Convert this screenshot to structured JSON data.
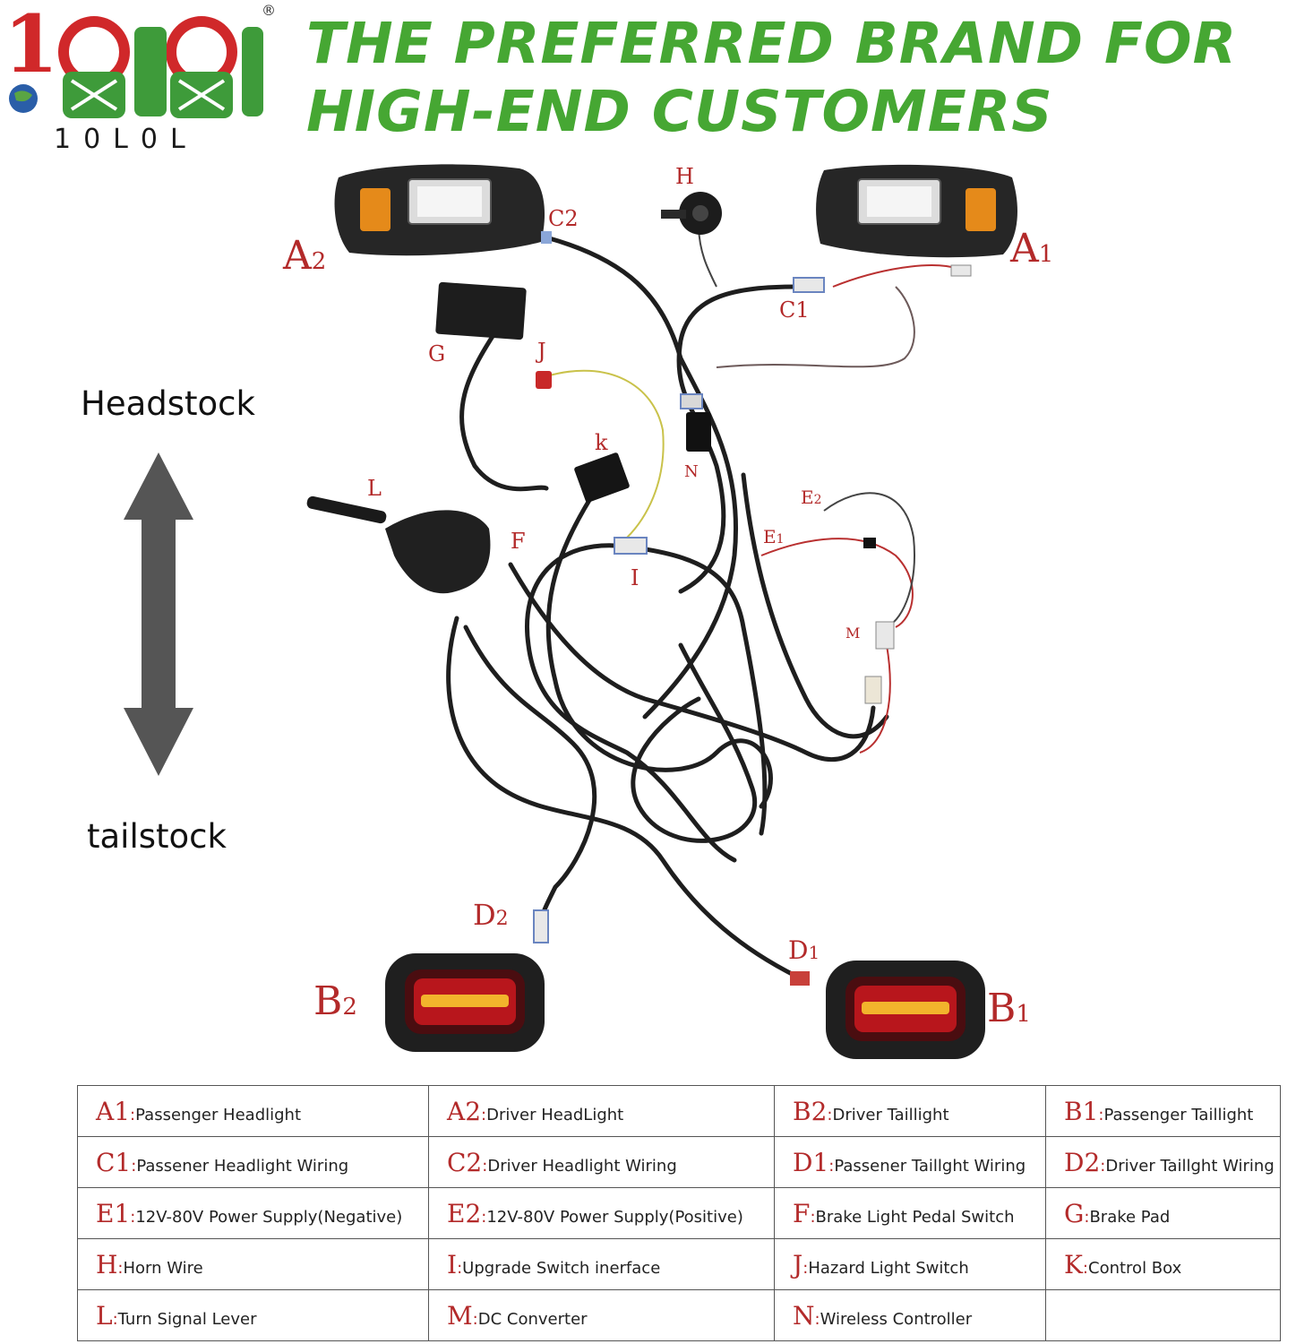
{
  "brand": {
    "logo_text": "1010",
    "wordmark": "10L0L",
    "registered": "®",
    "headline_line1": "THE PREFERRED BRAND FOR",
    "headline_line2": "HIGH-END CUSTOMERS",
    "headline_color": "#46a733",
    "logo_red": "#d0282a",
    "logo_green": "#3e9b3a"
  },
  "direction": {
    "top_label": "Headstock",
    "bottom_label": "tailstock"
  },
  "labels": {
    "A1": {
      "letter": "A",
      "num": "1"
    },
    "A2": {
      "letter": "A",
      "num": "2"
    },
    "B1": {
      "letter": "B",
      "num": "1"
    },
    "B2": {
      "letter": "B",
      "num": "2"
    },
    "C1": {
      "letter": "C",
      "num": "1"
    },
    "C2": {
      "letter": "C",
      "num": "2"
    },
    "D1": {
      "letter": "D",
      "num": "1"
    },
    "D2": {
      "letter": "D",
      "num": "2"
    },
    "E1": {
      "letter": "E",
      "num": "1"
    },
    "E2": {
      "letter": "E",
      "num": "2"
    },
    "F": "F",
    "G": "G",
    "H": "H",
    "I": "I",
    "J": "J",
    "K": "k",
    "L": "L",
    "M": "M",
    "N": "N"
  },
  "legend": [
    [
      {
        "code": "A1",
        "text": "Passenger Headlight"
      },
      {
        "code": "A2",
        "text": "Driver HeadLight"
      },
      {
        "code": "B2",
        "text": "Driver Taillight"
      },
      {
        "code": "B1",
        "text": "Passenger Taillight"
      }
    ],
    [
      {
        "code": "C1",
        "text": "Passener Headlight Wiring"
      },
      {
        "code": "C2",
        "text": "Driver Headlight Wiring"
      },
      {
        "code": "D1",
        "text": "Passener Taillght Wiring"
      },
      {
        "code": "D2",
        "text": "Driver Taillght Wiring"
      }
    ],
    [
      {
        "code": "E1",
        "text": "12V-80V Power Supply(Negative)"
      },
      {
        "code": "E2",
        "text": "12V-80V Power Supply(Positive)"
      },
      {
        "code": "F",
        "text": "Brake Light Pedal Switch"
      },
      {
        "code": "G",
        "text": "Brake Pad"
      }
    ],
    [
      {
        "code": "H",
        "text": "Horn Wire"
      },
      {
        "code": "I",
        "text": "Upgrade Switch inerface"
      },
      {
        "code": "J",
        "text": "Hazard Light Switch"
      },
      {
        "code": "K",
        "text": "Control Box"
      }
    ],
    [
      {
        "code": "L",
        "text": "Turn Signal Lever"
      },
      {
        "code": "M",
        "text": "DC Converter"
      },
      {
        "code": "N",
        "text": "Wireless Controller"
      },
      {
        "code": "",
        "text": ""
      }
    ]
  ]
}
